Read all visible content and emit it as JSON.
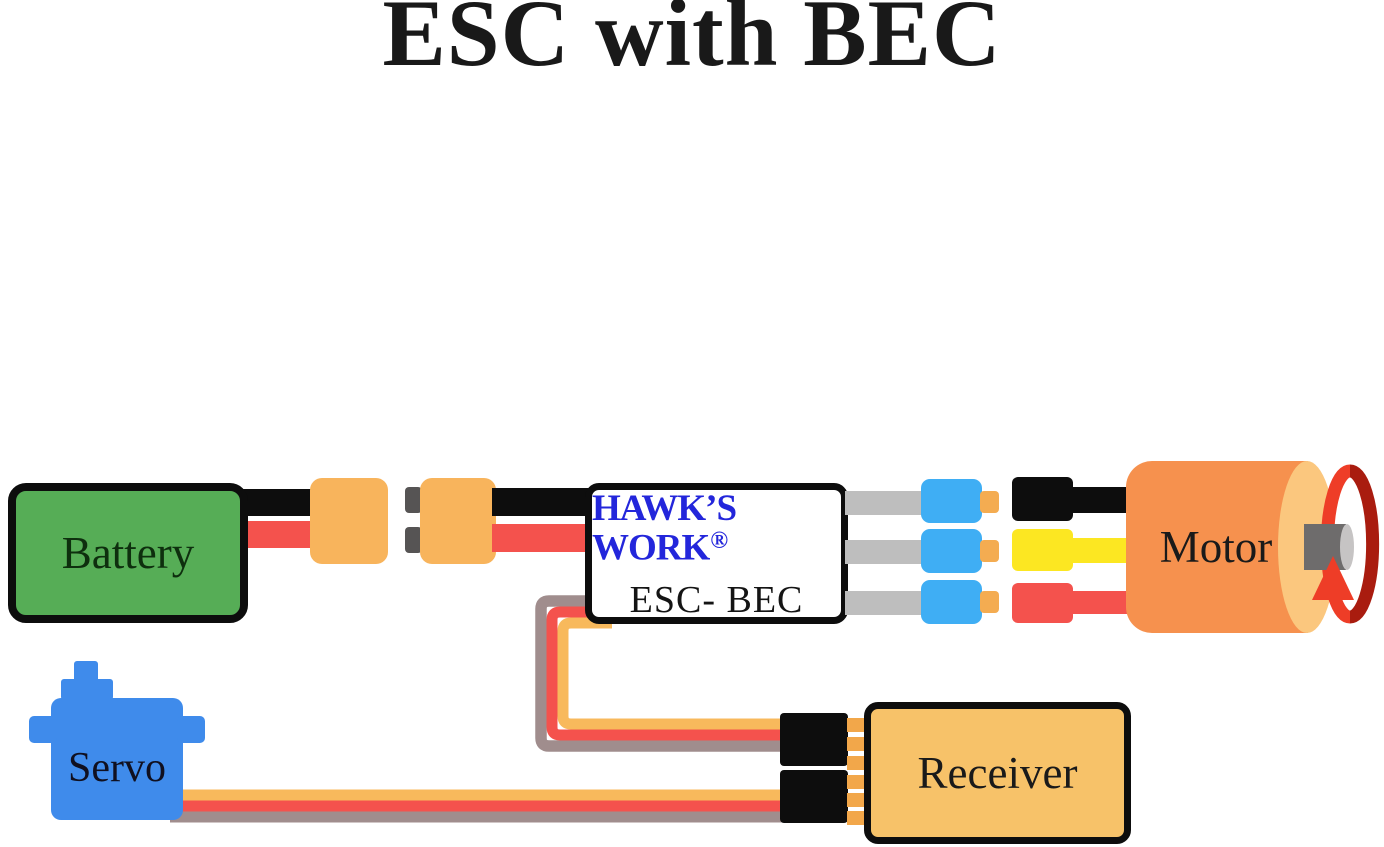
{
  "title": "ESC with BEC",
  "components": {
    "battery": {
      "label": "Battery"
    },
    "esc": {
      "brand": "HAWK’S WORK",
      "registered_mark": "®",
      "model": "ESC- BEC"
    },
    "motor": {
      "label": "Motor"
    },
    "servo": {
      "label": "Servo"
    },
    "receiver": {
      "label": "Receiver"
    }
  },
  "colors": {
    "battery_green": "#56ad56",
    "connector_orange": "#f8b45c",
    "wire_black": "#0d0d0d",
    "wire_red": "#f4524d",
    "wire_gray": "#bebebe",
    "signal_brown": "#a08d8d",
    "signal_orange": "#f8b95c",
    "bullet_blue": "#3faef4",
    "bullet_tip_orange": "#f4ac51",
    "lead_yellow": "#fce722",
    "motor_orange": "#f6914e",
    "motor_face": "#fbc77e",
    "shaft_gray": "#6e6c6c",
    "shaft_cap": "#c6c4c4",
    "ring_bright": "#ee3d27",
    "ring_dark": "#a91c0f",
    "servo_blue": "#3f8beb",
    "receiver_tan": "#f7c269",
    "brand_blue": "#2326db",
    "pin_dark": "#565454",
    "rx_pin_gold": "#f2a74a"
  }
}
